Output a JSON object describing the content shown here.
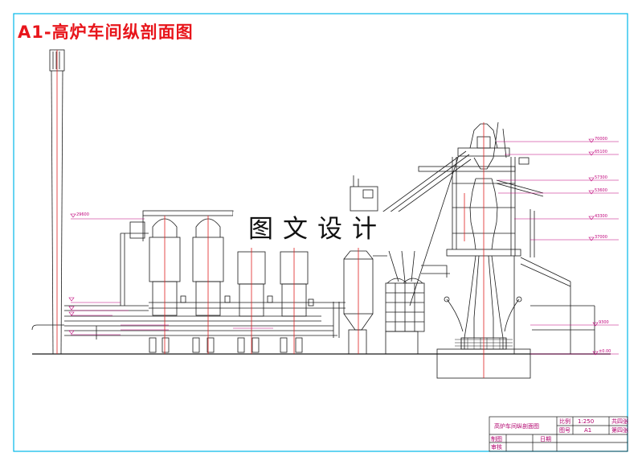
{
  "title": "A1-高炉车间纵剖面图",
  "watermark": "图文设计",
  "colors": {
    "frame": "#00b7e8",
    "drawing": "#1a1a1a",
    "centerline": "#e02020",
    "annotation": "#c0007a",
    "title": "#e8151b"
  },
  "elevations": {
    "e70000": "70000",
    "e65100": "65100",
    "e57300": "57300",
    "e53600": "53600",
    "e43300": "43300",
    "e37000": "37000",
    "e29600": "29600",
    "e9300": "9300",
    "e0": "±0.00"
  },
  "title_block": {
    "drawing_name": "高炉车间纵剖面图",
    "scale_label": "比例",
    "scale": "1:250",
    "sheet_total": "共四张",
    "number_label": "图号",
    "number": "A1",
    "sheet_index": "第四张",
    "drawn_by_label": "制图",
    "checked_by_label": "审核",
    "date_label": "日期"
  }
}
